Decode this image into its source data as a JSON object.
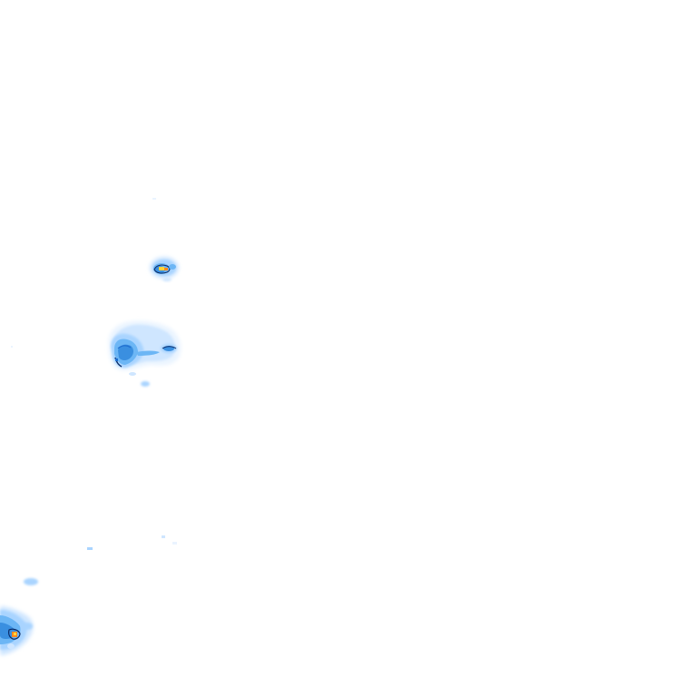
{
  "overlay": {
    "type": "rain-radar-overlay",
    "background": "#ffffff",
    "palette": {
      "very_light": "#eaf4ff",
      "light": "#cfe6ff",
      "light_medium": "#a9d4ff",
      "medium": "#6cb6f5",
      "medium_strong": "#3a8fe0",
      "strong": "#1f6fd0",
      "outline": "#0a2a66",
      "core_yellow": "#ffd43b",
      "core_orange": "#ff8a1e"
    },
    "cells": [
      {
        "id": "cell-north-small",
        "intensity_levels": [
          "light",
          "medium",
          "strong",
          "core"
        ]
      },
      {
        "id": "cell-central-large",
        "intensity_levels": [
          "very_light",
          "light",
          "medium",
          "strong",
          "core"
        ]
      },
      {
        "id": "cell-south-west",
        "intensity_levels": [
          "light",
          "medium",
          "strong",
          "core"
        ]
      }
    ]
  }
}
